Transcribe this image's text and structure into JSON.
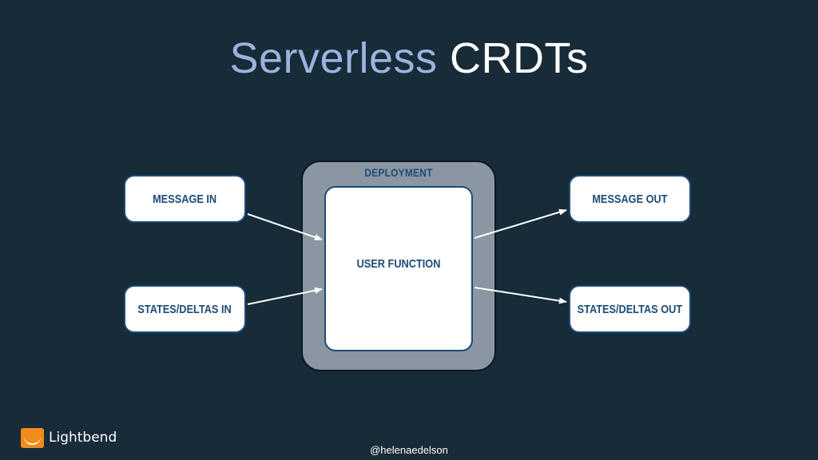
{
  "title": {
    "part1": "Serverless",
    "part2": "CRDTs"
  },
  "deployment": {
    "label": "DEPLOYMENT",
    "function_label": "USER FUNCTION"
  },
  "inputs": {
    "message_in": "MESSAGE IN",
    "states_in": "STATES/DELTAS IN"
  },
  "outputs": {
    "message_out": "MESSAGE OUT",
    "states_out": "STATES/DELTAS OUT"
  },
  "footer": {
    "brand": "Lightbend",
    "handle": "@helenaedelson"
  },
  "colors": {
    "background": "#172b38",
    "title_accent": "#9bb3dd",
    "box_text": "#1d4b78",
    "container": "#8a96a1",
    "logo": "#f28a1c"
  }
}
